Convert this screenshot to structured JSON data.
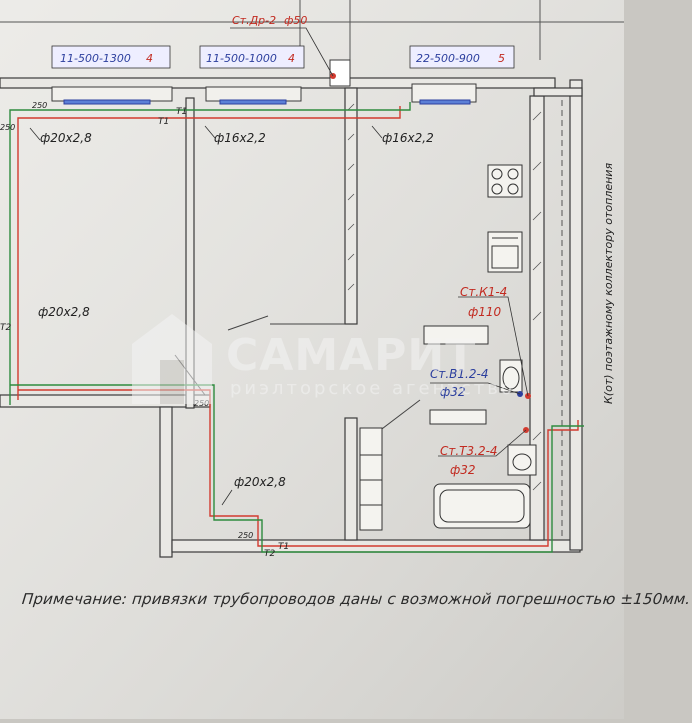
{
  "plan": {
    "stoyak_dr": "Ст.Др-2",
    "stoyak_dr_diam": "ф50",
    "radiators": [
      {
        "model": "11-500-1300",
        "count": "4"
      },
      {
        "model": "11-500-1000",
        "count": "4"
      },
      {
        "model": "22-500-900",
        "count": "5"
      }
    ],
    "pipes": {
      "p1": "ф20х2,8",
      "p2": "ф16х2,2",
      "p3": "ф16х2,2",
      "p4": "ф20х2,8",
      "p5": "ф20х2,8"
    },
    "t1": "Т1",
    "t2": "Т2",
    "dim_250": "250",
    "stoyak_k": "Ст.К1-4",
    "stoyak_k_diam": "ф110",
    "stoyak_v": "Ст.В1.2-4",
    "stoyak_v_diam": "ф32",
    "stoyak_t": "Ст.Т3.2-4",
    "stoyak_t_diam": "ф32",
    "collector": "К(от) поэтажному коллектору отопления"
  },
  "note": "Примечание: привязки трубопроводов даны с возможной погрешностью ±150мм.",
  "watermark": {
    "name": "САМАРИТ",
    "subtitle": "риэлторское агентство"
  },
  "colors": {
    "paper": "#e9e8e4",
    "wall": "#3a3a3a",
    "supply": "#d23b2f",
    "return": "#2e8b3e",
    "radiator": "#5b7fd6",
    "label_blue": "#2c3f9e",
    "label_red": "#c22a20"
  }
}
